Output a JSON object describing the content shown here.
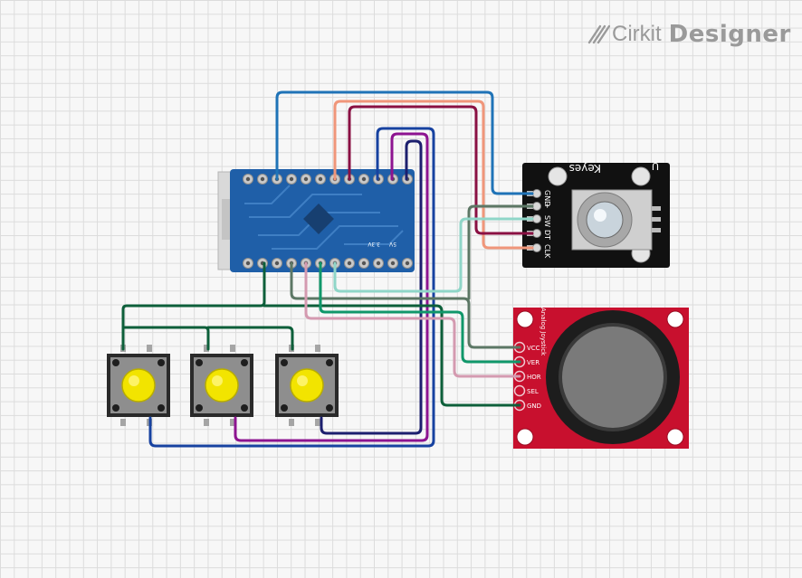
{
  "brand": {
    "name": "Cirkit",
    "product": "Designer"
  },
  "colors": {
    "board_pcb": "#1f5fa8",
    "encoder_pcb": "#111111",
    "joystick_pcb": "#c8102e",
    "button_body": "#2a2a2a",
    "button_cap": "#f2e400"
  },
  "components": {
    "microcontroller": {
      "label_1": "3.3V",
      "label_2": "5V"
    },
    "rotary_encoder": {
      "brand": "Keyes",
      "pins": [
        "GND",
        "+",
        "SW",
        "DT",
        "CLK"
      ]
    },
    "joystick": {
      "title": "Analog Joystick",
      "pins": [
        "VCC",
        "VER",
        "HOR",
        "SEL",
        "GND"
      ]
    },
    "pushbuttons": [
      "button-1",
      "button-2",
      "button-3"
    ]
  }
}
